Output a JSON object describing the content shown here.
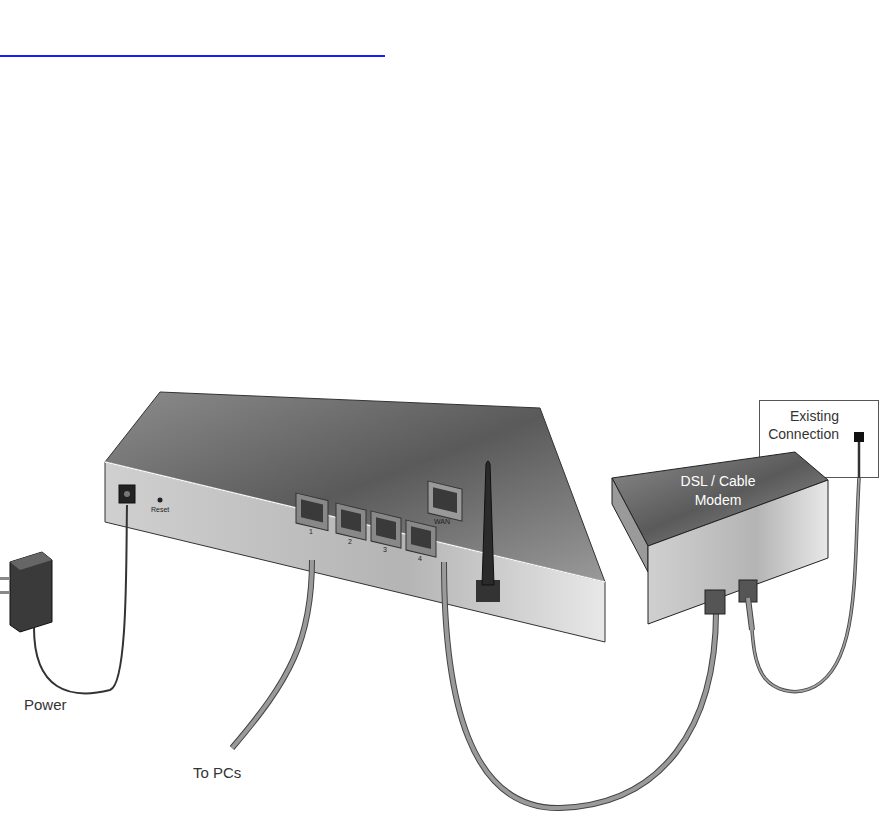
{
  "diagram": {
    "nodes": [
      {
        "text": [
          "Existing Connection"
        ]
      },
      {
        "text": [
          "DSL / Cable Modem"
        ]
      }
    ],
    "edges": [
      {
        "from": 1,
        "to": 0,
        "arrow": "none"
      }
    ],
    "labels": [
      "Power",
      "To PCs",
      "Reset",
      "1",
      "2",
      "3",
      "4",
      "WAN"
    ]
  }
}
